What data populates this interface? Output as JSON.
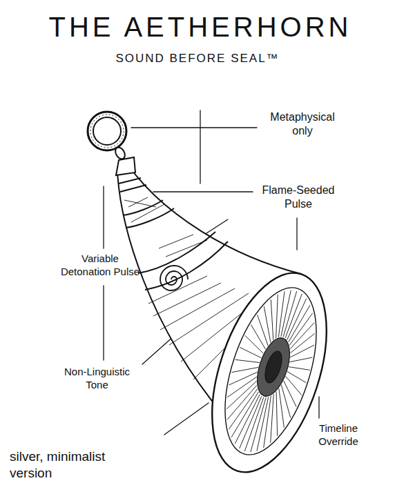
{
  "diagram": {
    "title": "THE AETHERHORN",
    "labels": [
      "SOUND BEFORE SEAL™",
      "Metaphysical only",
      "Flame-Seeded Pulse",
      "Variable Detonation Pulse",
      "Non-Linguistic Tone",
      "Timeline Override",
      "silver, minimalist version"
    ]
  }
}
